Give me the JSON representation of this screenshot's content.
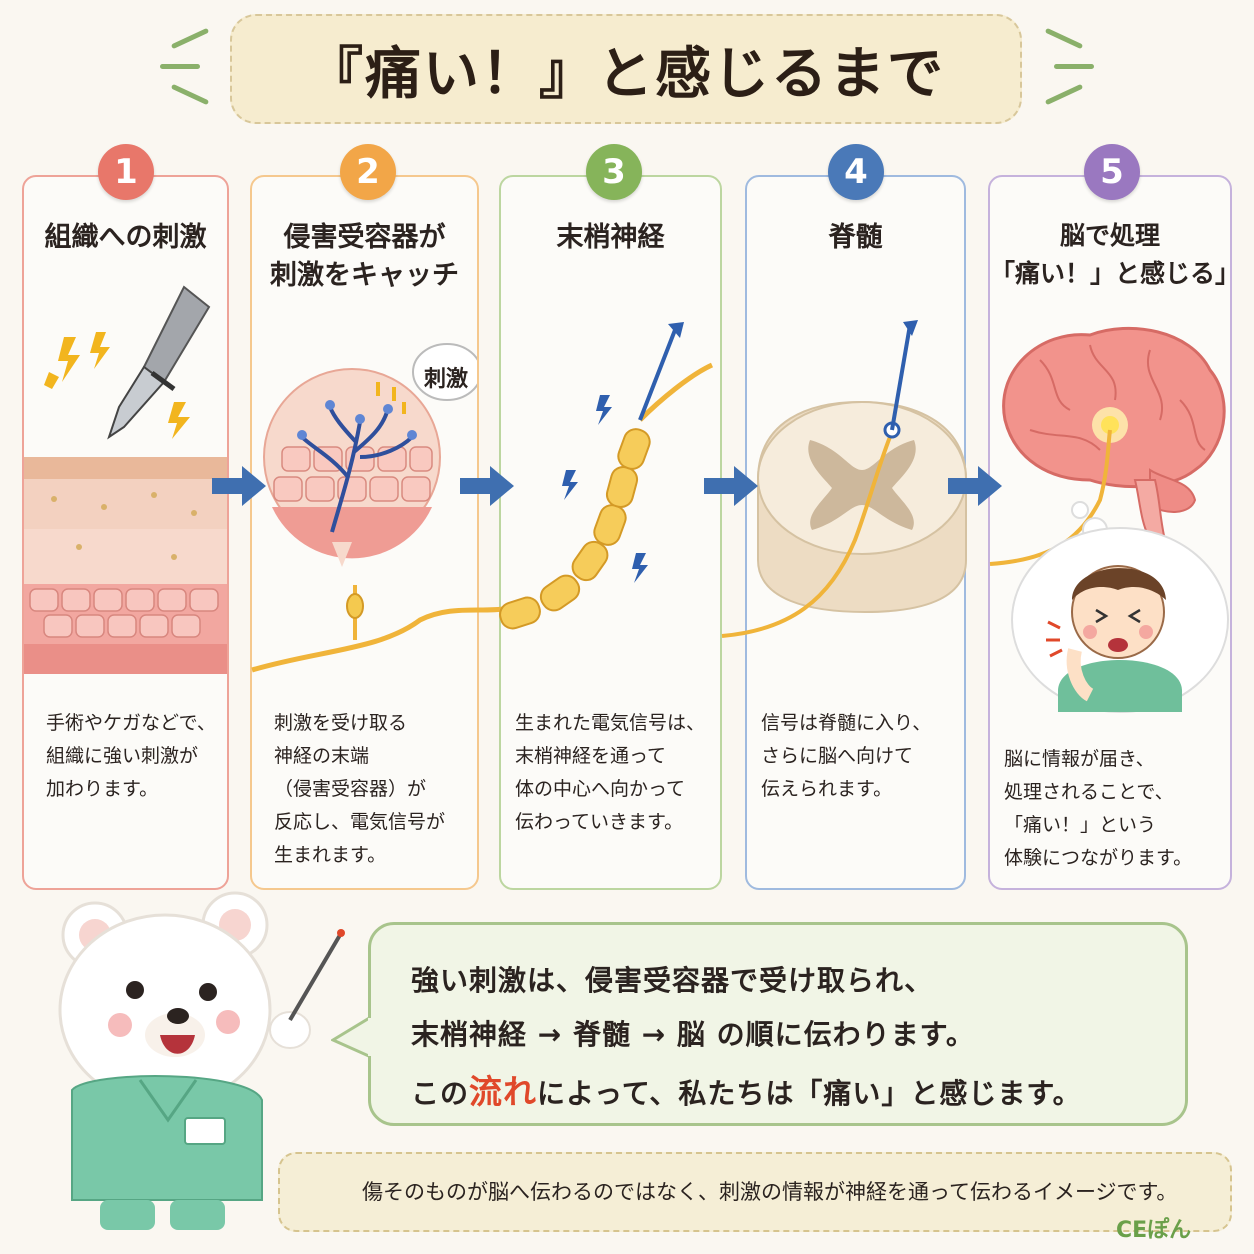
{
  "title": "『痛い！』と感じるまで",
  "steps": [
    {
      "number": "1",
      "title": "組織への刺激",
      "description": "手術やケガなどで、\n組織に強い刺激が\n加わります。",
      "color": "#e8776a"
    },
    {
      "number": "2",
      "title": "侵害受容器が\n刺激をキャッチ",
      "bubble_label": "刺激",
      "description": "刺激を受け取る\n神経の末端\n（侵害受容器）が\n反応し、電気信号が\n生まれます。",
      "color": "#f2a648"
    },
    {
      "number": "3",
      "title": "末梢神経",
      "description": "生まれた電気信号は、\n末梢神経を通って\n体の中心へ向かって\n伝わっていきます。",
      "color": "#86b45a"
    },
    {
      "number": "4",
      "title": "脊髄",
      "description": "信号は脊髄に入り、\nさらに脳へ向けて\n伝えられます。",
      "color": "#4a79b8"
    },
    {
      "number": "5",
      "title": "脳で処理\n「痛い！」と感じる」",
      "description": "脳に情報が届き、\n処理されることで、\n「痛い！」という\n体験につながります。",
      "color": "#9a78c0"
    }
  ],
  "summary": {
    "line1": "強い刺激は、侵害受容器で受け取られ、",
    "line2": "末梢神経 → 脊髄 → 脳 の順に伝わります。",
    "line3_prefix": "この",
    "line3_highlight": "流れ",
    "line3_suffix": "によって、私たちは「痛い」と感じます。"
  },
  "tip": "傷そのものが脳へ伝わるのではなく、刺激の情報が神経を通って伝わるイメージです。",
  "signature": "CEぽん",
  "colors": {
    "arrow": "#3f6fb0",
    "nerve": "#f0b43a",
    "highlight": "#e0482a"
  }
}
